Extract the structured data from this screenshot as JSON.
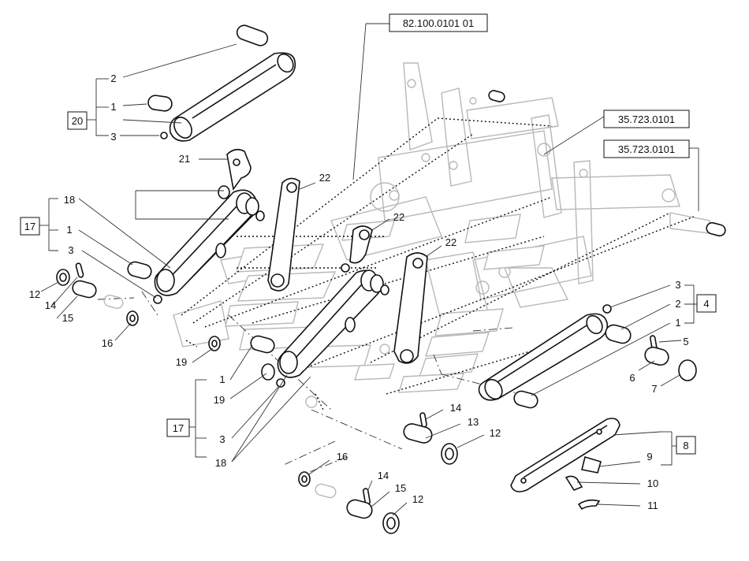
{
  "reference_numbers": {
    "frame": "82.100.0101 01",
    "arm_left": "35.723.0101",
    "arm_right": "35.723.0101"
  },
  "groups": {
    "g20": "20",
    "g17_top": "17",
    "g17_bottom": "17",
    "g4": "4",
    "g8": "8"
  },
  "callouts": {
    "c2_top": "2",
    "c1_top": "1",
    "c3_top": "3",
    "c21": "21",
    "c22_a": "22",
    "c22_b": "22",
    "c22_c": "22",
    "c18_top": "18",
    "c1_mid": "1",
    "c3_mid": "3",
    "c12_left": "12",
    "c14_left": "14",
    "c15_left": "15",
    "c16_left": "16",
    "c19_a": "19",
    "c1_low": "1",
    "c19_b": "19",
    "c3_low": "3",
    "c18_low": "18",
    "c14_mid": "14",
    "c13": "13",
    "c12_mid": "12",
    "c16_low": "16",
    "c14_low": "14",
    "c15_low": "15",
    "c12_low": "12",
    "c3_right": "3",
    "c2_right": "2",
    "c1_right": "1",
    "c5": "5",
    "c6": "6",
    "c7": "7",
    "c9": "9",
    "c10": "10",
    "c11": "11"
  }
}
